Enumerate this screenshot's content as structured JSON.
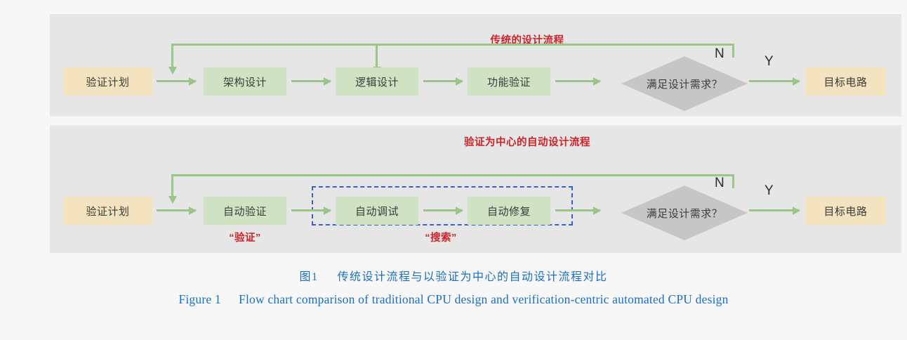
{
  "figure": {
    "caption_cn_label": "图1",
    "caption_cn_text": "传统设计流程与以验证为中心的自动设计流程对比",
    "caption_en_label": "Figure 1",
    "caption_en_text": "Flow chart comparison of traditional CPU design and verification-centric automated CPU design"
  },
  "colors": {
    "page_background": "#f7f7f7",
    "panel_background": "#e6e6e6",
    "start_end_node": "#f3e3be",
    "process_node": "#cfe3c4",
    "decision_node": "#c6c6c6",
    "arrow_green": "#9cc58a",
    "title_red": "#cf2229",
    "dashed_blue": "#3a5fcd",
    "caption_blue": "#1a6fc4"
  },
  "panels": [
    {
      "id": "traditional",
      "title": "传统的设计流程",
      "nodes": [
        {
          "name": "verification-plan",
          "label": "验证计划",
          "type": "start"
        },
        {
          "name": "architecture-design",
          "label": "架构设计",
          "type": "process"
        },
        {
          "name": "logic-design",
          "label": "逻辑设计",
          "type": "process"
        },
        {
          "name": "functional-verification",
          "label": "功能验证",
          "type": "process"
        },
        {
          "name": "requirement-decision",
          "label": "满足设计需求？",
          "type": "decision"
        },
        {
          "name": "target-circuit",
          "label": "目标电路",
          "type": "end"
        }
      ],
      "branch_labels": {
        "no": "N",
        "yes": "Y"
      }
    },
    {
      "id": "automated",
      "title": "验证为中心的自动设计流程",
      "nodes": [
        {
          "name": "verification-plan",
          "label": "验证计划",
          "type": "start"
        },
        {
          "name": "auto-verification",
          "label": "自动验证",
          "type": "process"
        },
        {
          "name": "auto-debug",
          "label": "自动调试",
          "type": "process"
        },
        {
          "name": "auto-repair",
          "label": "自动修复",
          "type": "process"
        },
        {
          "name": "requirement-decision",
          "label": "满足设计需求？",
          "type": "decision"
        },
        {
          "name": "target-circuit",
          "label": "目标电路",
          "type": "end"
        }
      ],
      "branch_labels": {
        "no": "N",
        "yes": "Y"
      },
      "annotations": [
        {
          "name": "verification-annotation",
          "label": "“验证”"
        },
        {
          "name": "search-annotation",
          "label": "“搜索”"
        }
      ],
      "group_box_name": "search-group-box"
    }
  ]
}
